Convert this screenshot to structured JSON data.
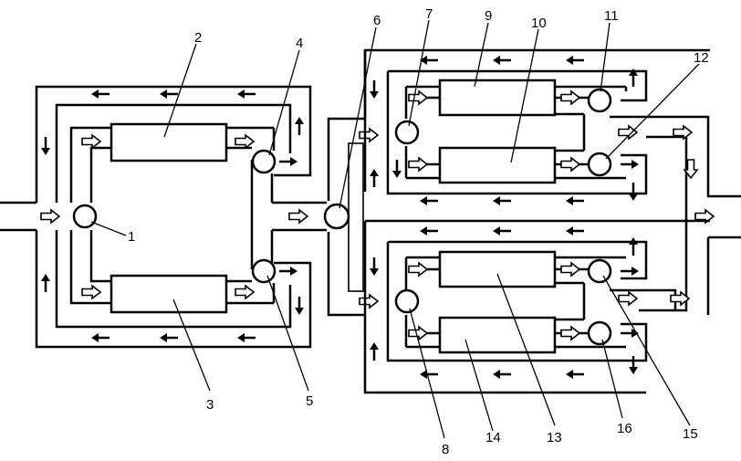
{
  "diagram": {
    "labels": {
      "n1": "1",
      "n2": "2",
      "n3": "3",
      "n4": "4",
      "n5": "5",
      "n6": "6",
      "n7": "7",
      "n8": "8",
      "n9": "9",
      "n10": "10",
      "n11": "11",
      "n12": "12",
      "n13": "13",
      "n14": "14",
      "n15": "15",
      "n16": "16"
    },
    "colors": {
      "stroke": "#000000",
      "background": "#ffffff"
    }
  }
}
